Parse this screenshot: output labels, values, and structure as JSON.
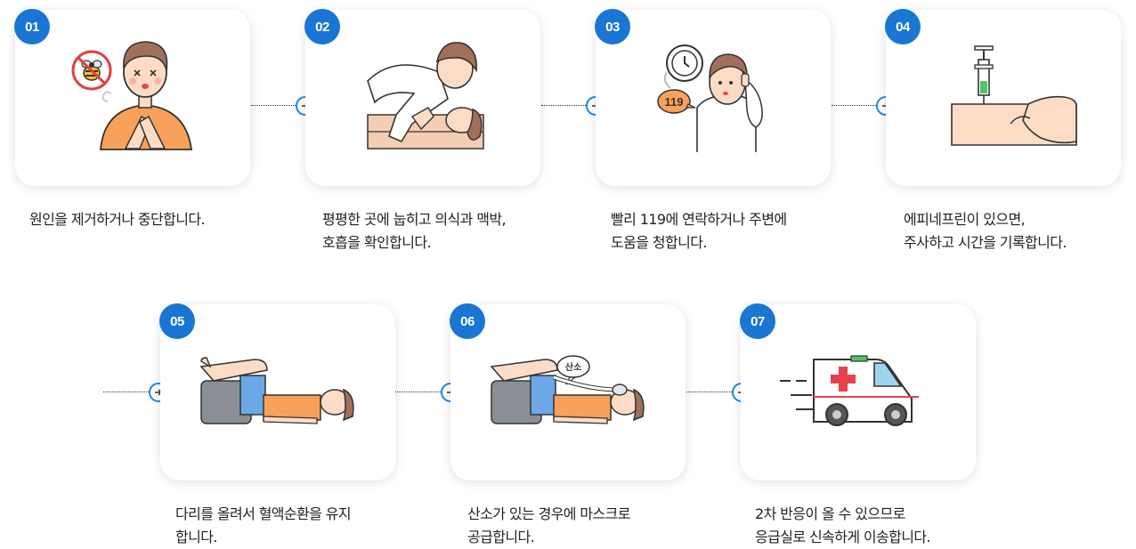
{
  "steps": [
    {
      "number": "01",
      "text": "원인을 제거하거나 중단합니다.",
      "icon": "bee-allergy-illustration"
    },
    {
      "number": "02",
      "text": "평평한 곳에 눕히고 의식과 맥박,\n호흡을 확인합니다.",
      "icon": "check-consciousness-illustration"
    },
    {
      "number": "03",
      "text": "빨리 119에 연락하거나 주변에\n도움을 청합니다.",
      "icon": "call-119-illustration"
    },
    {
      "number": "04",
      "text": "에피네프린이 있으면,\n주사하고 시간을 기록합니다.",
      "icon": "epinephrine-injection-illustration"
    },
    {
      "number": "05",
      "text": "다리를 올려서 혈액순환을 유지\n합니다.",
      "icon": "legs-raised-illustration"
    },
    {
      "number": "06",
      "text": "산소가 있는 경우에 마스크로\n공급합니다.",
      "icon": "oxygen-mask-illustration"
    },
    {
      "number": "07",
      "text": "2차 반응이 올 수 있으므로\n응급실로 신속하게 이송합니다.",
      "icon": "ambulance-illustration"
    }
  ],
  "labels": {
    "call_number": "119",
    "oxygen_bubble": "산소"
  },
  "colors": {
    "badge": "#1976d2",
    "connector": "#1e88e5",
    "skin": "#fcdcc4",
    "shirt_orange": "#f7a15a",
    "pants_blue": "#6aa8e8",
    "hair_brown": "#a0705a",
    "ambulance_cross": "#e6424d",
    "ambulance_window": "#9fd3ee"
  }
}
